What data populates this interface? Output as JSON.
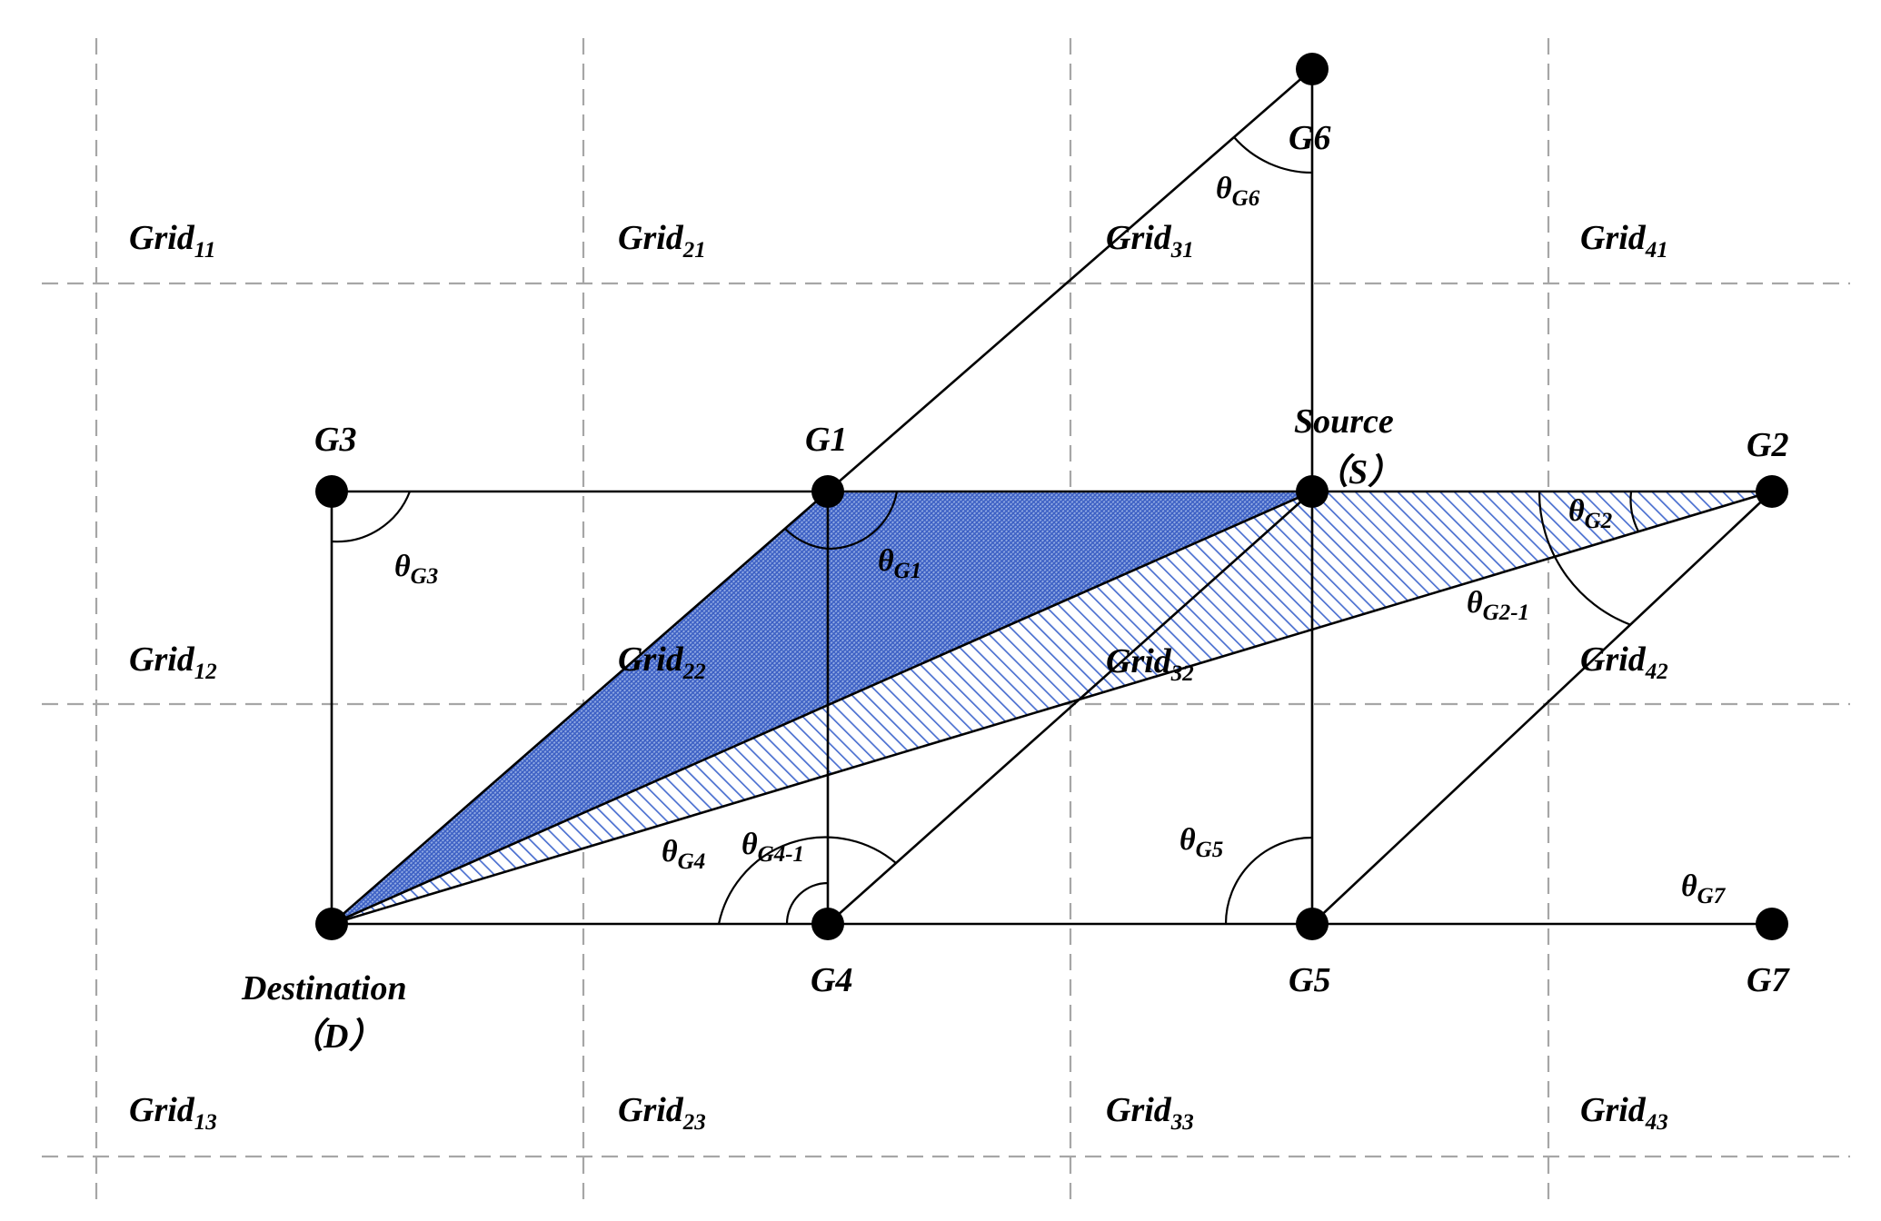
{
  "grid": {
    "cells": [
      {
        "base": "Grid",
        "sub": "11"
      },
      {
        "base": "Grid",
        "sub": "21"
      },
      {
        "base": "Grid",
        "sub": "31"
      },
      {
        "base": "Grid",
        "sub": "41"
      },
      {
        "base": "Grid",
        "sub": "12"
      },
      {
        "base": "Grid",
        "sub": "22"
      },
      {
        "base": "Grid",
        "sub": "32"
      },
      {
        "base": "Grid",
        "sub": "42"
      },
      {
        "base": "Grid",
        "sub": "13"
      },
      {
        "base": "Grid",
        "sub": "23"
      },
      {
        "base": "Grid",
        "sub": "33"
      },
      {
        "base": "Grid",
        "sub": "43"
      }
    ]
  },
  "nodes": {
    "g6": "G6",
    "g3": "G3",
    "g1": "G1",
    "source": {
      "line1": "Source",
      "line2": "（S）"
    },
    "g2": "G2",
    "destination": {
      "line1": "Destination",
      "line2": "（D）"
    },
    "g4": "G4",
    "g5": "G5",
    "g7": "G7"
  },
  "angles": {
    "symbol": "θ",
    "g6": "G6",
    "g3": "G3",
    "g1": "G1",
    "g2": "G2",
    "g2_1": "G2-1",
    "g4": "G4",
    "g4_1": "G4-1",
    "g5": "G5",
    "g7": "G7"
  },
  "colors": {
    "solid_fill": "#5b7fd0",
    "hatch_line": "#4a6fd0",
    "edge": "#000000",
    "grid_line": "#a6a6a6"
  }
}
